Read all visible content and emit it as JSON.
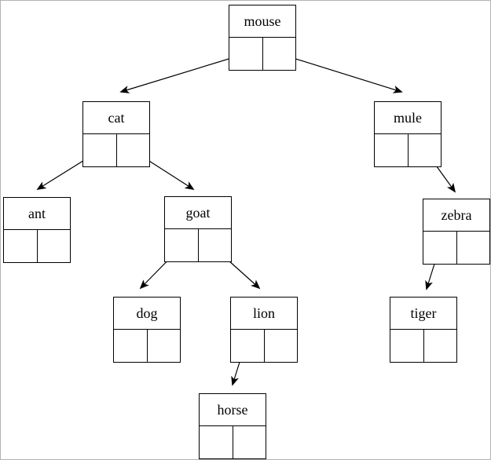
{
  "diagram": {
    "type": "binary-tree",
    "background_color": "#ffffff",
    "border_color": "#b3b3b3",
    "line_color": "#000000",
    "nodes": {
      "mouse": {
        "label": "mouse"
      },
      "cat": {
        "label": "cat"
      },
      "mule": {
        "label": "mule"
      },
      "ant": {
        "label": "ant"
      },
      "goat": {
        "label": "goat"
      },
      "zebra": {
        "label": "zebra"
      },
      "dog": {
        "label": "dog"
      },
      "lion": {
        "label": "lion"
      },
      "tiger": {
        "label": "tiger"
      },
      "horse": {
        "label": "horse"
      }
    },
    "edges": [
      {
        "from": "mouse",
        "pointer": "left",
        "to": "cat"
      },
      {
        "from": "mouse",
        "pointer": "right",
        "to": "mule"
      },
      {
        "from": "cat",
        "pointer": "left",
        "to": "ant"
      },
      {
        "from": "cat",
        "pointer": "right",
        "to": "goat"
      },
      {
        "from": "mule",
        "pointer": "right",
        "to": "zebra"
      },
      {
        "from": "goat",
        "pointer": "left",
        "to": "dog"
      },
      {
        "from": "goat",
        "pointer": "right",
        "to": "lion"
      },
      {
        "from": "zebra",
        "pointer": "left",
        "to": "tiger"
      },
      {
        "from": "lion",
        "pointer": "left",
        "to": "horse"
      }
    ]
  }
}
